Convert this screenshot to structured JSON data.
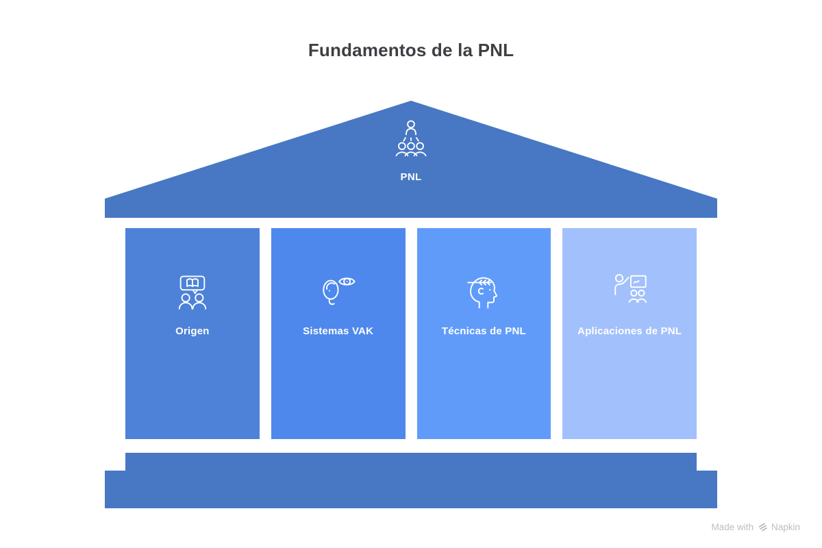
{
  "title": "Fundamentos de la PNL",
  "roof": {
    "label": "PNL",
    "icon": "presentation-audience-icon"
  },
  "pillars": [
    {
      "label": "Origen",
      "icon": "conversation-book-icon",
      "color": "#4d82d8"
    },
    {
      "label": "Sistemas VAK",
      "icon": "ear-eye-icon",
      "color": "#4e88ec"
    },
    {
      "label": "Técnicas de PNL",
      "icon": "head-arrows-icon",
      "color": "#609bfa"
    },
    {
      "label": "Aplicaciones de PNL",
      "icon": "presenter-board-icon",
      "color": "#a2c0fb"
    }
  ],
  "colors": {
    "structure": "#4878c4",
    "title_text": "#3d4043",
    "label_text": "#ffffff",
    "watermark_text": "#bdbdbd"
  },
  "watermark": {
    "prefix": "Made with",
    "brand": "Napkin",
    "icon": "napkin-logo-icon"
  }
}
